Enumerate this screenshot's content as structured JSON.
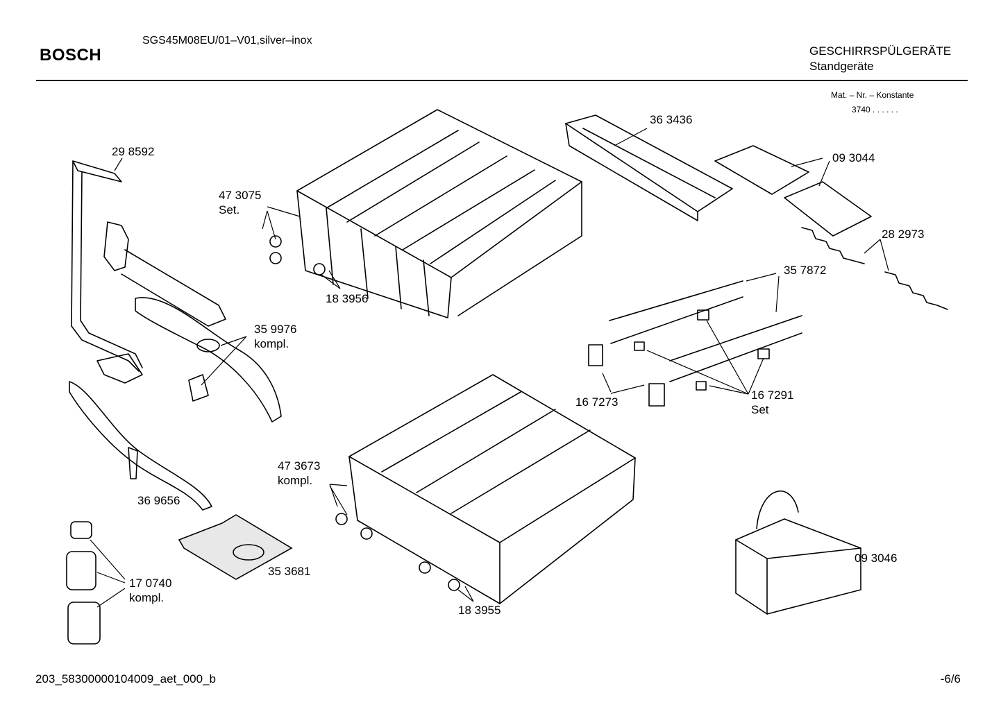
{
  "header": {
    "brand": "BOSCH",
    "model": "SGS45M08EU/01–V01,silver–inox",
    "category": "GESCHIRRSPÜLGERÄTE",
    "subcategory": "Standgeräte",
    "mat_label": "Mat. – Nr. – Konstante",
    "mat_value": "3740 .  .   .  .  .  ."
  },
  "parts": {
    "p298592": "29 8592",
    "p473075": "47 3075",
    "p473075_note": "Set.",
    "p183956": "18 3956",
    "p363436": "36 3436",
    "p093044": "09 3044",
    "p282973": "28 2973",
    "p357872": "35 7872",
    "p359976": "35 9976",
    "p359976_note": "kompl.",
    "p167273": "16 7273",
    "p167291": "16 7291",
    "p167291_note": "Set",
    "p369656": "36 9656",
    "p473673": "47 3673",
    "p473673_note": "kompl.",
    "p353681": "35 3681",
    "p170740": "17 0740",
    "p170740_note": "kompl.",
    "p183955": "18 3955",
    "p093046": "09 3046"
  },
  "footer": {
    "doc_id": "203_58300000104009_aet_000_b",
    "page": "-6/6"
  }
}
